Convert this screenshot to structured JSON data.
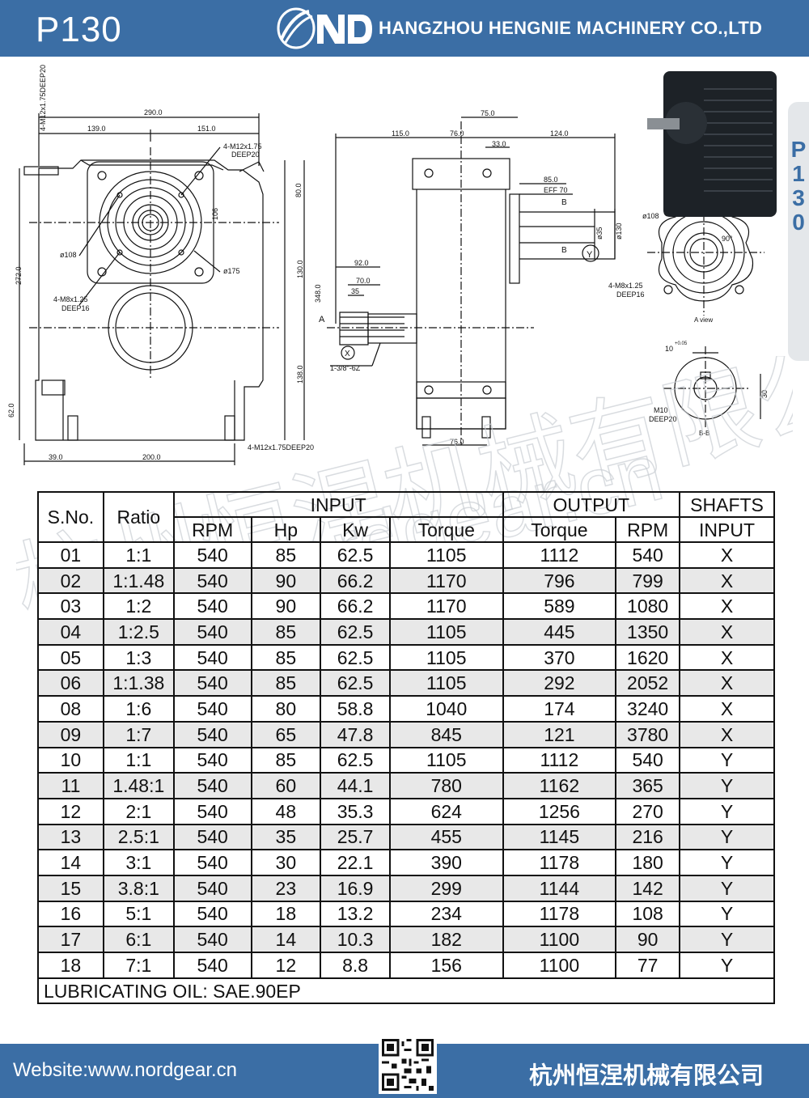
{
  "header": {
    "model": "P130",
    "company": "HANGZHOU HENGNIE MACHINERY CO.,LTD",
    "logo_icon": "nd-logo-icon"
  },
  "side_tab": {
    "text": "P130"
  },
  "drawing": {
    "front_view": {
      "dims": [
        "290.0",
        "139.0",
        "151.0",
        "272.0",
        "62.0",
        "39.0",
        "200.0",
        "80.0",
        "130.0",
        "138.0",
        "348.0"
      ],
      "notes": [
        "4-M12x1.75DEEP20",
        "4-M12x1.75",
        "DEEP20",
        "ø108",
        "ø175",
        "4-M8x1.25",
        "DEEP16",
        "4-M12x1.75DEEP20",
        "106"
      ]
    },
    "side_view": {
      "dims": [
        "115.0",
        "76.0",
        "75.0",
        "124.0",
        "33.0",
        "85.0",
        "EFF 70",
        "92.0",
        "70.0",
        "35",
        "76.0",
        "ø35",
        "ø130"
      ],
      "notes": [
        "A",
        "B",
        "B",
        "1-3/8\"-6Z",
        "X",
        "Y"
      ]
    },
    "a_view": {
      "notes": [
        "ø108",
        "90°",
        "4-M8x1.25",
        "DEEP16",
        "A view"
      ]
    },
    "b_section": {
      "notes": [
        "10",
        "+0.05",
        "30",
        "M10",
        "DEEP20",
        "B-B"
      ]
    }
  },
  "watermark": {
    "cn": "杭州恒涅机械有限公司",
    "url": "www.nordgear.cn"
  },
  "table": {
    "headers": {
      "sno": "S.No.",
      "ratio": "Ratio",
      "input": "INPUT",
      "output": "OUTPUT",
      "shafts": "SHAFTS",
      "rpm": "RPM",
      "hp": "Hp",
      "kw": "Kw",
      "torque": "Torque",
      "out_torque": "Torque",
      "out_rpm": "RPM",
      "shafts_input": "INPUT"
    },
    "rows": [
      [
        "01",
        "1:1",
        "540",
        "85",
        "62.5",
        "1105",
        "1112",
        "540",
        "X"
      ],
      [
        "02",
        "1:1.48",
        "540",
        "90",
        "66.2",
        "1170",
        "796",
        "799",
        "X"
      ],
      [
        "03",
        "1:2",
        "540",
        "90",
        "66.2",
        "1170",
        "589",
        "1080",
        "X"
      ],
      [
        "04",
        "1:2.5",
        "540",
        "85",
        "62.5",
        "1105",
        "445",
        "1350",
        "X"
      ],
      [
        "05",
        "1:3",
        "540",
        "85",
        "62.5",
        "1105",
        "370",
        "1620",
        "X"
      ],
      [
        "06",
        "1:1.38",
        "540",
        "85",
        "62.5",
        "1105",
        "292",
        "2052",
        "X"
      ],
      [
        "08",
        "1:6",
        "540",
        "80",
        "58.8",
        "1040",
        "174",
        "3240",
        "X"
      ],
      [
        "09",
        "1:7",
        "540",
        "65",
        "47.8",
        "845",
        "121",
        "3780",
        "X"
      ],
      [
        "10",
        "1:1",
        "540",
        "85",
        "62.5",
        "1105",
        "1112",
        "540",
        "Y"
      ],
      [
        "11",
        "1.48:1",
        "540",
        "60",
        "44.1",
        "780",
        "1162",
        "365",
        "Y"
      ],
      [
        "12",
        "2:1",
        "540",
        "48",
        "35.3",
        "624",
        "1256",
        "270",
        "Y"
      ],
      [
        "13",
        "2.5:1",
        "540",
        "35",
        "25.7",
        "455",
        "1145",
        "216",
        "Y"
      ],
      [
        "14",
        "3:1",
        "540",
        "30",
        "22.1",
        "390",
        "1178",
        "180",
        "Y"
      ],
      [
        "15",
        "3.8:1",
        "540",
        "23",
        "16.9",
        "299",
        "1144",
        "142",
        "Y"
      ],
      [
        "16",
        "5:1",
        "540",
        "18",
        "13.2",
        "234",
        "1178",
        "108",
        "Y"
      ],
      [
        "17",
        "6:1",
        "540",
        "14",
        "10.3",
        "182",
        "1100",
        "90",
        "Y"
      ],
      [
        "18",
        "7:1",
        "540",
        "12",
        "8.8",
        "156",
        "1100",
        "77",
        "Y"
      ]
    ],
    "footer": "LUBRICATING OIL: SAE.90EP"
  },
  "footer": {
    "website": "Website:www.nordgear.cn",
    "cn_company": "杭州恒涅机械有限公司",
    "qr_icon": "qr-code-icon"
  }
}
